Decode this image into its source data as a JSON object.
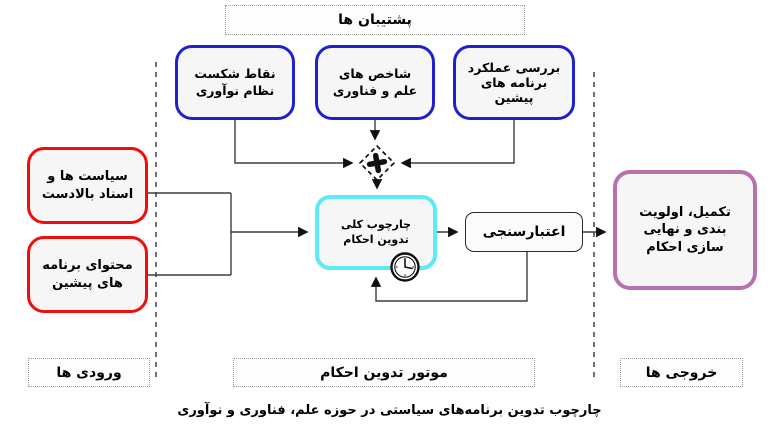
{
  "title_caption": "چارچوب تدوین برنامه‌های سیاستی در حوزه علم، فناوری و نوآوری",
  "groups": {
    "supporters_label": "پشتیبان ها",
    "inputs_label": "ورودی ها",
    "engine_label": "موتور تدوین احکام",
    "outputs_label": "خروجی ها"
  },
  "supporters": [
    {
      "label": "نقاط شکست\nنظام نوآوری"
    },
    {
      "label": "شاخص های\nعلم و فناوری"
    },
    {
      "label": "بررسی عملکرد\nبرنامه های\nپیشین"
    }
  ],
  "inputs": [
    {
      "label": "سیاست ها و\nاسناد بالادست"
    },
    {
      "label": "محتوای برنامه\nهای پیشین"
    }
  ],
  "engine": {
    "core_label": "چارچوب کلی\nتدوین احکام",
    "validation_label": "اعتبارسنجی"
  },
  "output": {
    "label": "تکمیل، اولویت\nبندی و نهایی\nسازی احکام"
  },
  "icons": {
    "junction": "plus-junction-icon",
    "clock": "clock-icon"
  },
  "colors": {
    "blue": "#2120cd",
    "red": "#ee0e0e",
    "cyan": "#5fe8f5",
    "purple": "#b672ae",
    "line": "#3d3d3d",
    "boxfill": "#f6f6f6"
  }
}
